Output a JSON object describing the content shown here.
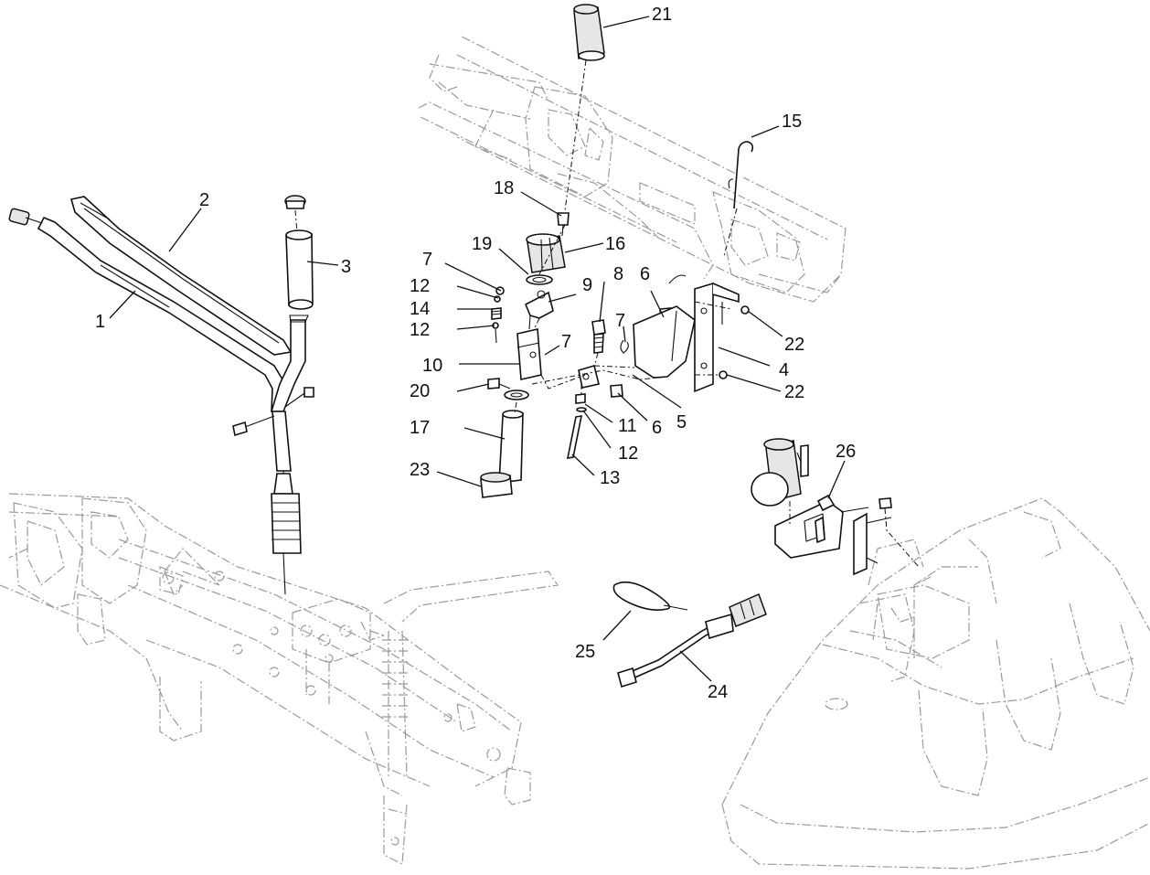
{
  "diagram": {
    "callouts": [
      {
        "id": "c1",
        "text": "1"
      },
      {
        "id": "c2",
        "text": "2"
      },
      {
        "id": "c3",
        "text": "3"
      },
      {
        "id": "c4",
        "text": "4"
      },
      {
        "id": "c5",
        "text": "5"
      },
      {
        "id": "c6a",
        "text": "6"
      },
      {
        "id": "c6b",
        "text": "6"
      },
      {
        "id": "c7a",
        "text": "7"
      },
      {
        "id": "c7b",
        "text": "7"
      },
      {
        "id": "c7c",
        "text": "7"
      },
      {
        "id": "c8",
        "text": "8"
      },
      {
        "id": "c9",
        "text": "9"
      },
      {
        "id": "c10",
        "text": "10"
      },
      {
        "id": "c11",
        "text": "11"
      },
      {
        "id": "c12a",
        "text": "12"
      },
      {
        "id": "c12b",
        "text": "12"
      },
      {
        "id": "c12c",
        "text": "12"
      },
      {
        "id": "c13",
        "text": "13"
      },
      {
        "id": "c14",
        "text": "14"
      },
      {
        "id": "c15",
        "text": "15"
      },
      {
        "id": "c16",
        "text": "16"
      },
      {
        "id": "c17",
        "text": "17"
      },
      {
        "id": "c18",
        "text": "18"
      },
      {
        "id": "c19",
        "text": "19"
      },
      {
        "id": "c20",
        "text": "20"
      },
      {
        "id": "c21",
        "text": "21"
      },
      {
        "id": "c22a",
        "text": "22"
      },
      {
        "id": "c22b",
        "text": "22"
      },
      {
        "id": "c23",
        "text": "23"
      },
      {
        "id": "c24",
        "text": "24"
      },
      {
        "id": "c25",
        "text": "25"
      },
      {
        "id": "c26",
        "text": "26"
      }
    ]
  }
}
